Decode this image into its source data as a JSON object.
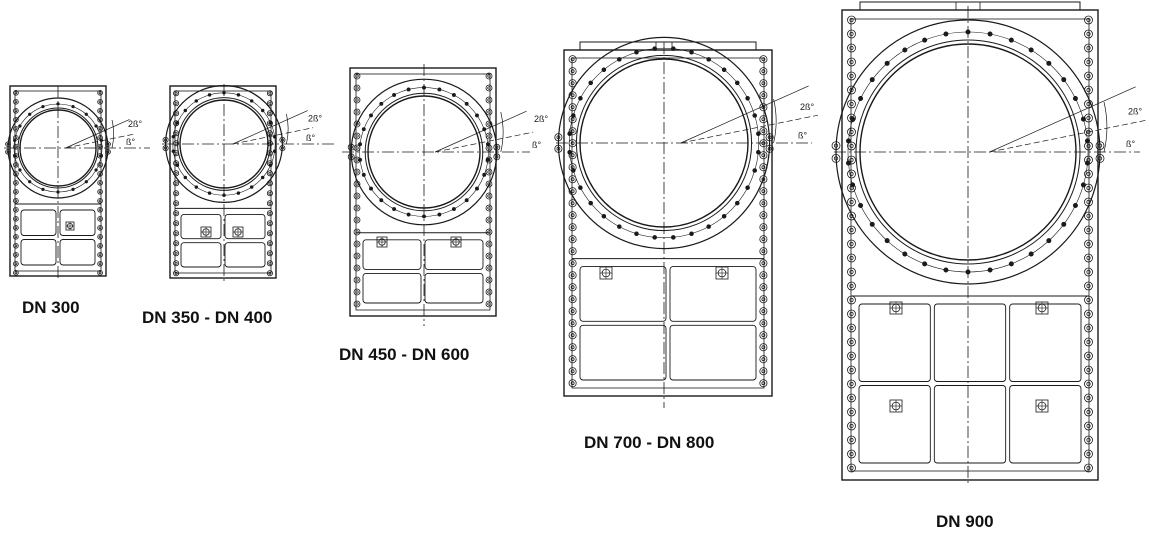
{
  "drawings": [
    {
      "id": "dn300",
      "caption": "DN 300",
      "angle_label_double": "2ß°",
      "angle_label_single": "ß°"
    },
    {
      "id": "dn350",
      "caption": "DN 350 - DN 400",
      "angle_label_double": "2ß°",
      "angle_label_single": "ß°"
    },
    {
      "id": "dn450",
      "caption": "DN 450 - DN 600",
      "angle_label_double": "2ß°",
      "angle_label_single": "ß°"
    },
    {
      "id": "dn700",
      "caption": "DN 700 - DN 800",
      "angle_label_double": "2ß°",
      "angle_label_single": "ß°"
    },
    {
      "id": "dn900",
      "caption": "DN 900",
      "angle_label_double": "2ß°",
      "angle_label_single": "ß°"
    }
  ],
  "colors": {
    "line": "#1a1a1a",
    "background": "#ffffff"
  }
}
